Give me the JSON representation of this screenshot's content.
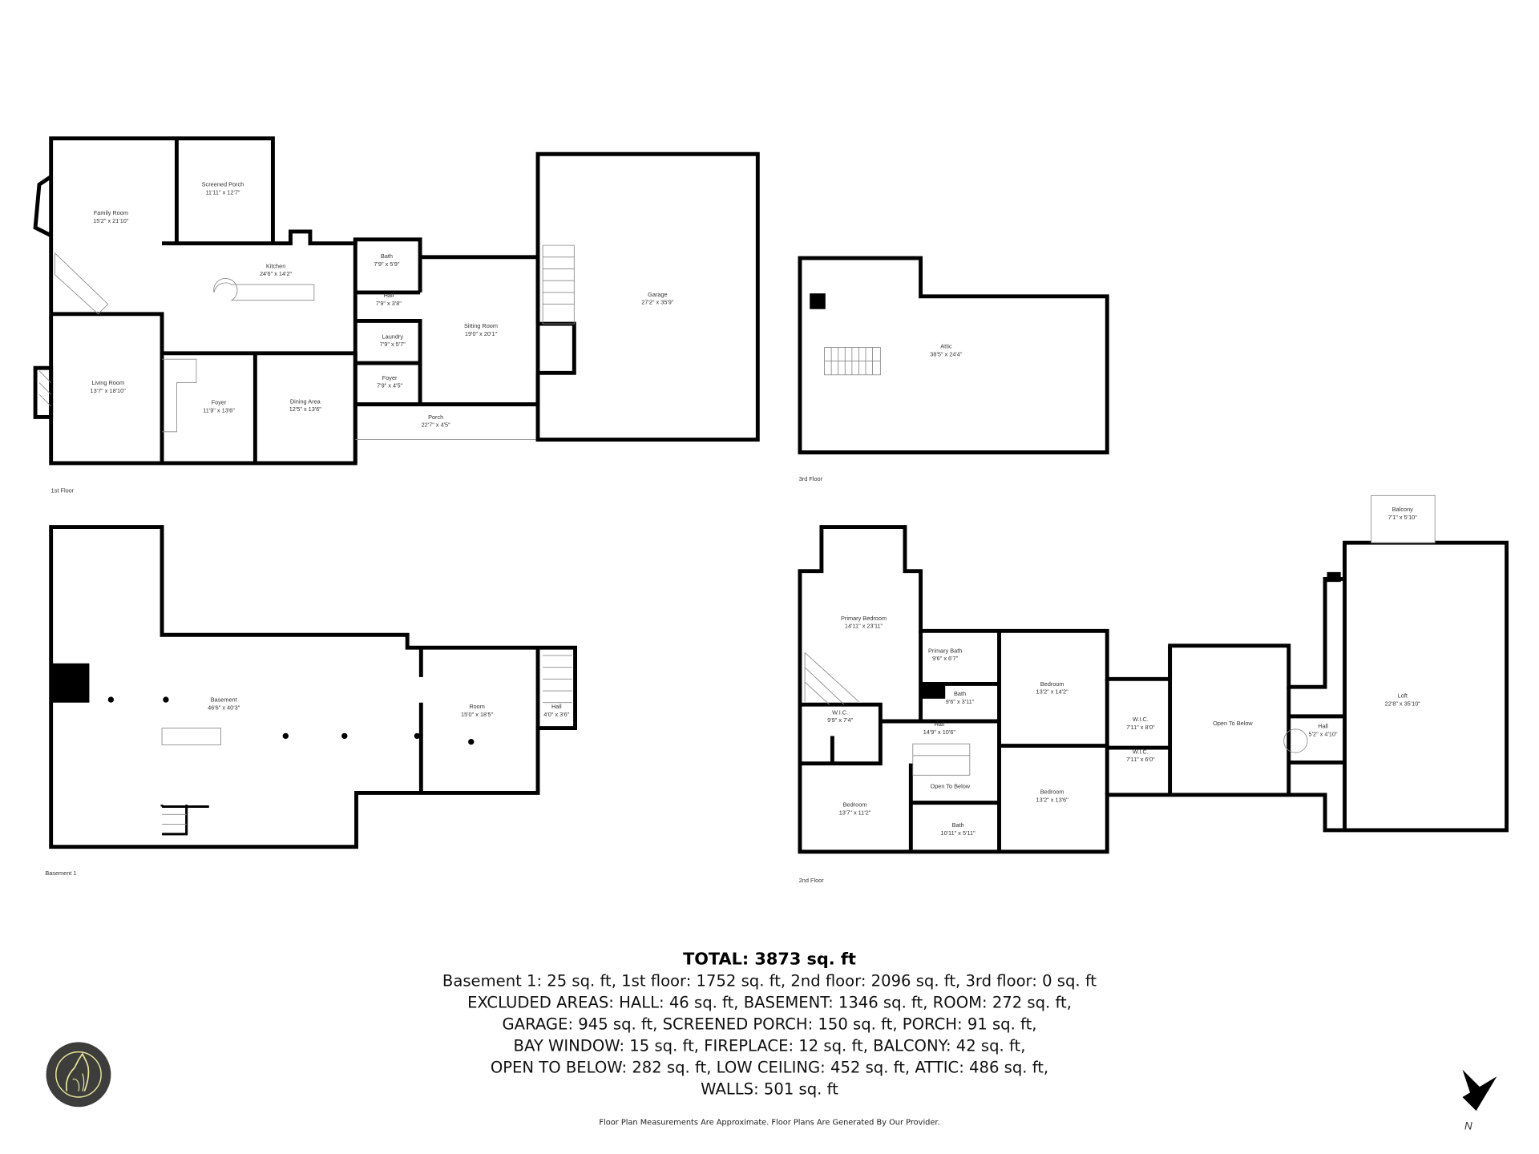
{
  "floors": [
    {
      "label": "1st Floor",
      "rooms": [
        {
          "name": "Family Room",
          "dims": "15'2\" x 21'10\""
        },
        {
          "name": "Screened Porch",
          "dims": "11'11\" x 12'7\""
        },
        {
          "name": "Kitchen",
          "dims": "24'6\" x 14'2\""
        },
        {
          "name": "Bath",
          "dims": "7'9\" x 5'9\""
        },
        {
          "name": "Hall",
          "dims": "7'9\" x 3'8\""
        },
        {
          "name": "Laundry",
          "dims": "7'9\" x 5'7\""
        },
        {
          "name": "Foyer",
          "dims": "7'9\" x 4'5\""
        },
        {
          "name": "Living Room",
          "dims": "13'7\" x 18'10\""
        },
        {
          "name": "Foyer",
          "dims": "11'9\" x 13'6\""
        },
        {
          "name": "Dining Area",
          "dims": "12'5\" x 13'6\""
        },
        {
          "name": "Sitting Room",
          "dims": "19'0\" x 20'1\""
        },
        {
          "name": "Porch",
          "dims": "22'7\" x 4'5\""
        },
        {
          "name": "Garage",
          "dims": "27'2\" x 35'9\""
        }
      ]
    },
    {
      "label": "3rd Floor",
      "rooms": [
        {
          "name": "Attic",
          "dims": "38'5\" x 24'4\""
        }
      ]
    },
    {
      "label": "Basement 1",
      "rooms": [
        {
          "name": "Basement",
          "dims": "46'6\" x 40'3\""
        },
        {
          "name": "Room",
          "dims": "15'0\" x 18'5\""
        },
        {
          "name": "Hall",
          "dims": "4'0\" x 3'6\""
        }
      ]
    },
    {
      "label": "2nd Floor",
      "rooms": [
        {
          "name": "Primary Bedroom",
          "dims": "14'11\" x 23'11\""
        },
        {
          "name": "Primary Bath",
          "dims": "9'6\" x 6'7\""
        },
        {
          "name": "Bath",
          "dims": "9'6\" x 3'11\""
        },
        {
          "name": "Bedroom",
          "dims": "13'2\" x 14'2\""
        },
        {
          "name": "W.I.C.",
          "dims": "9'9\" x 7'4\""
        },
        {
          "name": "Hall",
          "dims": "14'9\" x 10'6\""
        },
        {
          "name": "W.I.C.",
          "dims": "7'11\" x 8'0\""
        },
        {
          "name": "W.I.C.",
          "dims": "7'11\" x 6'0\""
        },
        {
          "name": "Open To Below",
          "dims": ""
        },
        {
          "name": "Open To Below",
          "dims": ""
        },
        {
          "name": "Bedroom",
          "dims": "13'2\" x 13'6\""
        },
        {
          "name": "Bedroom",
          "dims": "13'7\" x 11'2\""
        },
        {
          "name": "Bath",
          "dims": "10'11\" x 5'11\""
        },
        {
          "name": "Hall",
          "dims": "5'2\" x 4'10\""
        },
        {
          "name": "Loft",
          "dims": "22'8\" x 35'10\""
        },
        {
          "name": "Balcony",
          "dims": "7'1\" x 5'10\""
        }
      ]
    }
  ],
  "summary": {
    "total": "TOTAL: 3873 sq. ft",
    "lines": [
      "Basement 1: 25 sq. ft, 1st floor: 1752 sq. ft, 2nd floor: 2096 sq. ft, 3rd floor: 0 sq. ft",
      "EXCLUDED AREAS: HALL: 46 sq. ft, BASEMENT: 1346 sq. ft, ROOM: 272 sq. ft,",
      "GARAGE: 945 sq. ft, SCREENED PORCH: 150 sq. ft, PORCH: 91 sq. ft,",
      "BAY WINDOW: 15 sq. ft, FIREPLACE: 12 sq. ft, BALCONY: 42 sq. ft,",
      "OPEN TO BELOW: 282 sq. ft, LOW CEILING: 452 sq. ft, ATTIC: 486 sq. ft,",
      "WALLS: 501 sq. ft"
    ],
    "disclaimer": "Floor Plan Measurements Are Approximate. Floor Plans Are Generated By Our Provider."
  },
  "compass": {
    "label": "N"
  },
  "logo": {
    "icon": "howling-wolf-logo",
    "bg": "#3d3d3b",
    "fg": "#e6e59a"
  }
}
